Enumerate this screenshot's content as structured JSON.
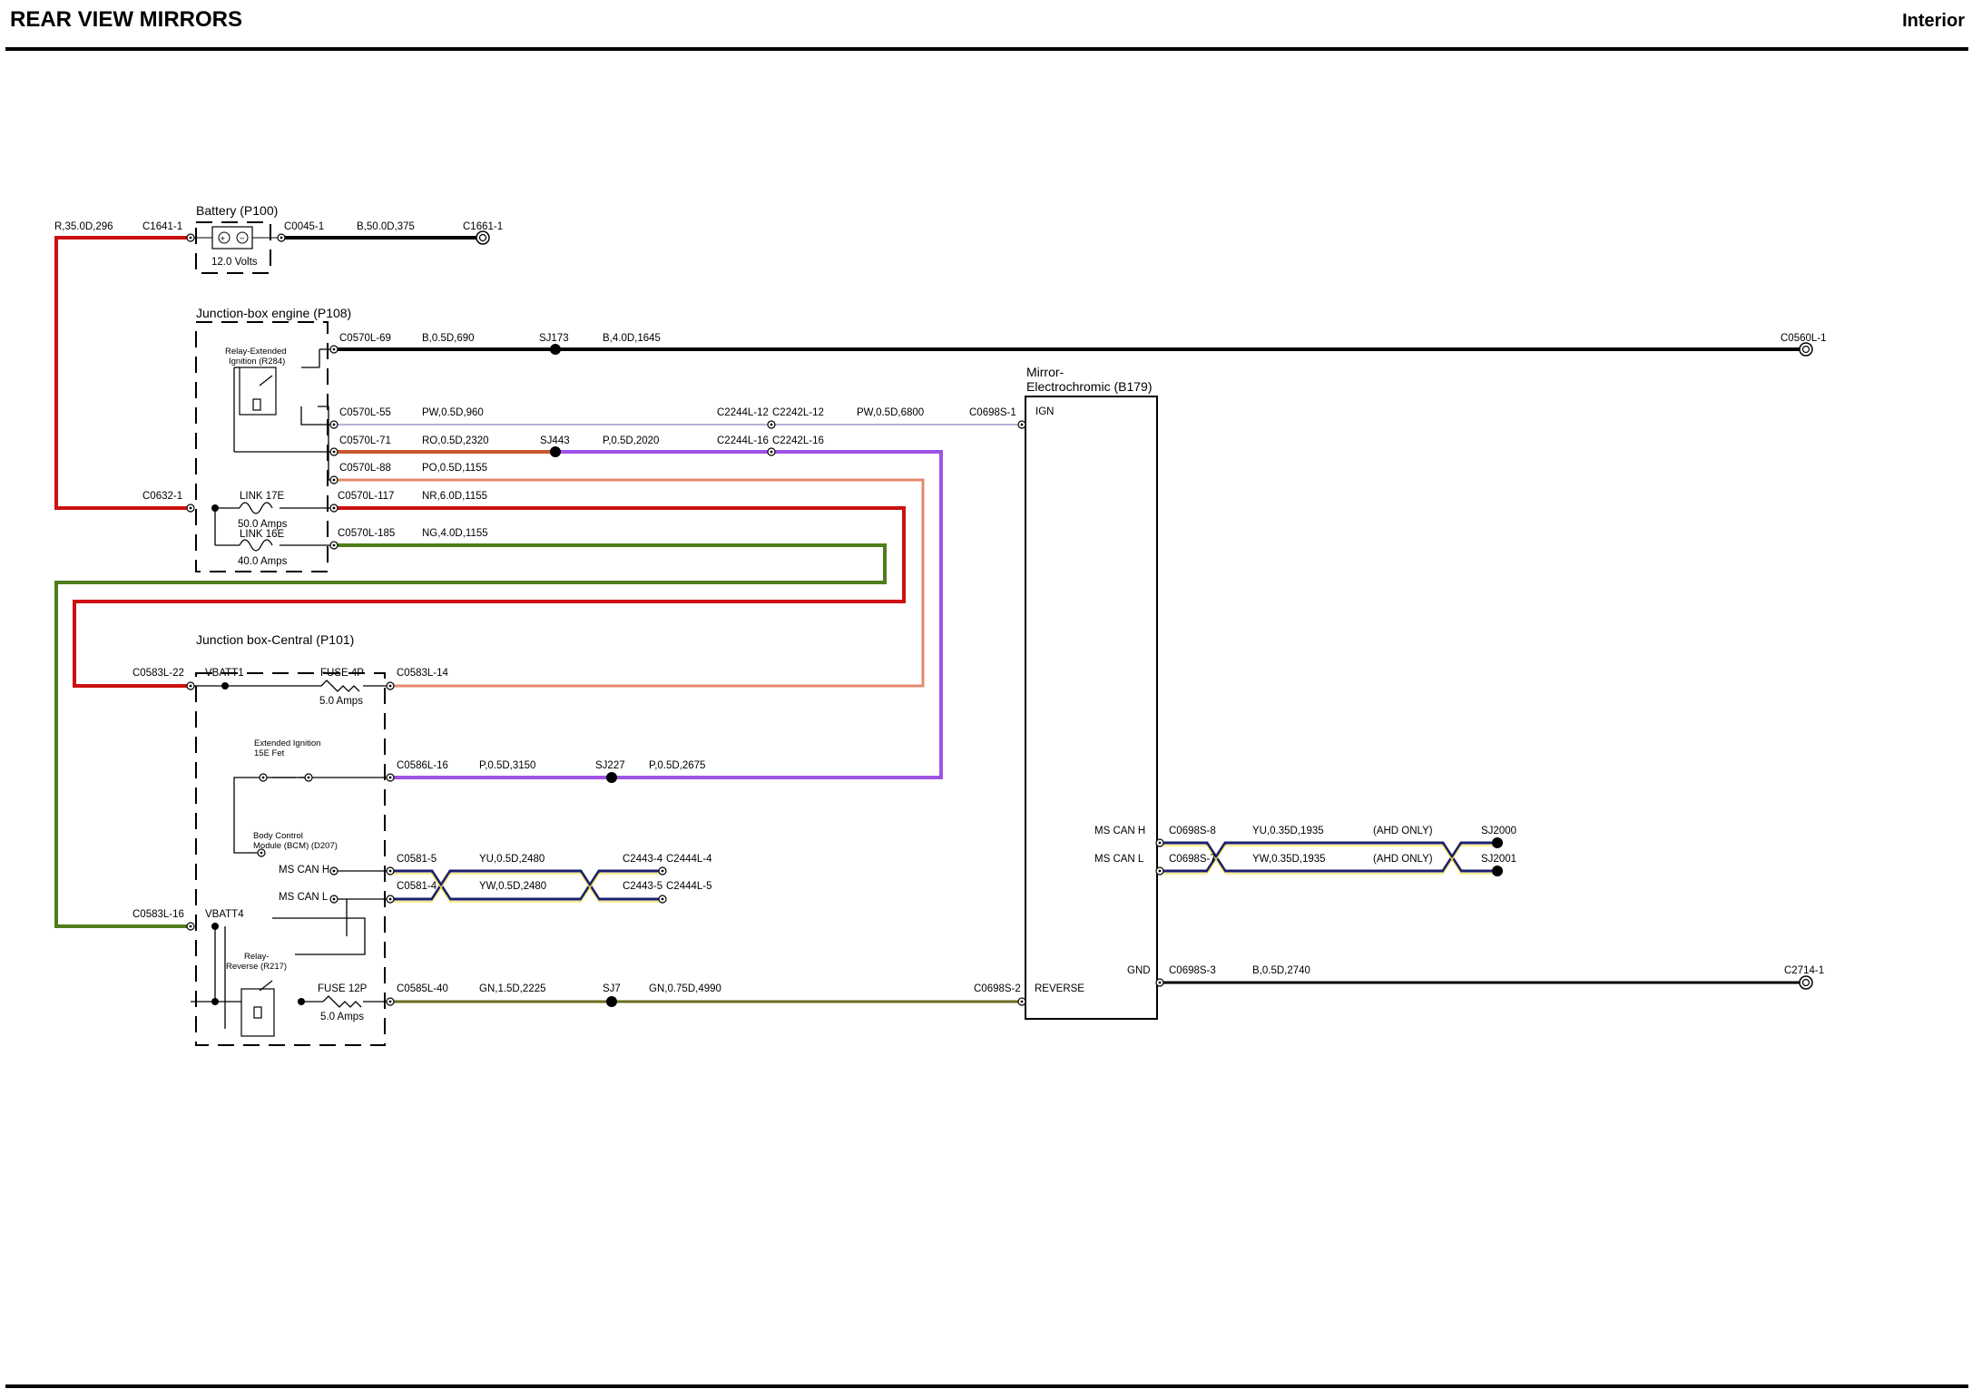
{
  "header": {
    "title": "REAR VIEW MIRRORS",
    "section": "Interior"
  },
  "components": {
    "battery": {
      "title": "Battery (P100)",
      "voltage": "12.0 Volts"
    },
    "jb_engine": {
      "title": "Junction-box engine (P108)",
      "relay": [
        "Relay-Extended",
        "Ignition (R284)"
      ],
      "link17_name": "LINK 17E",
      "link17_rating": "50.0 Amps",
      "link16_name": "LINK 16E",
      "link16_rating": "40.0 Amps"
    },
    "jb_central": {
      "title": "Junction box-Central (P101)",
      "vbatt1": "VBATT1",
      "vbatt4": "VBATT4",
      "fuse4_name": "FUSE 4P",
      "fuse4_rating": "5.0 Amps",
      "fuse12_name": "FUSE 12P",
      "fuse12_rating": "5.0 Amps",
      "ext_fet": [
        "Extended Ignition",
        "15E Fet"
      ],
      "bcm": [
        "Body Control",
        "Module (BCM) (D207)"
      ],
      "ms_can_h": "MS CAN H",
      "ms_can_l": "MS CAN L",
      "relay_rev": [
        "Relay-",
        "Reverse (R217)"
      ]
    },
    "mirror": {
      "title": [
        "Mirror-",
        "Electrochromic (B179)"
      ],
      "ign": "IGN",
      "ms_can_h": "MS CAN H",
      "ms_can_l": "MS CAN L",
      "gnd": "GND",
      "reverse": "REVERSE"
    }
  },
  "connectors": {
    "c1641": "C1641-1",
    "c0045": "C0045-1",
    "c1661": "C1661-1",
    "c0570_69": "C0570L-69",
    "sj173": "SJ173",
    "c0560": "C0560L-1",
    "c0570_55": "C0570L-55",
    "c2244_12": "C2244L-12",
    "c2242_12": "C2242L-12",
    "c0698_1": "C0698S-1",
    "c0570_71": "C0570L-71",
    "sj443": "SJ443",
    "c2244_16": "C2244L-16",
    "c2242_16": "C2242L-16",
    "c0570_88": "C0570L-88",
    "c0632": "C0632-1",
    "c0570_117": "C0570L-117",
    "c0570_185": "C0570L-185",
    "c0583_22": "C0583L-22",
    "c0583_14": "C0583L-14",
    "c0586_16": "C0586L-16",
    "sj227": "SJ227",
    "c0581_5": "C0581-5",
    "c0581_4": "C0581-4",
    "c2443_4": "C2443-4",
    "c2444_4": "C2444L-4",
    "c2443_5": "C2443-5",
    "c2444_5": "C2444L-5",
    "c0583_16": "C0583L-16",
    "c0585_40": "C0585L-40",
    "sj7": "SJ7",
    "c0698_2": "C0698S-2",
    "c0698_8": "C0698S-8",
    "c0698_7": "C0698S-7",
    "sj2000": "SJ2000",
    "sj2001": "SJ2001",
    "c0698_3": "C0698S-3",
    "c2714": "C2714-1"
  },
  "wires": {
    "r_batt": "R,35.0D,296",
    "b_batt": "B,50.0D,375",
    "b_690": "B,0.5D,690",
    "b_1645": "B,4.0D,1645",
    "pw_960": "PW,0.5D,960",
    "pw_6800": "PW,0.5D,6800",
    "ro_2320": "RO,0.5D,2320",
    "p_2020": "P,0.5D,2020",
    "po_1155": "PO,0.5D,1155",
    "nr_1155": "NR,6.0D,1155",
    "ng_1155": "NG,4.0D,1155",
    "p_3150": "P,0.5D,3150",
    "p_2675": "P,0.5D,2675",
    "yu_2480": "YU,0.5D,2480",
    "yw_2480": "YW,0.5D,2480",
    "gn_2225": "GN,1.5D,2225",
    "gn_4990": "GN,0.75D,4990",
    "yu_1935": "YU,0.35D,1935",
    "yw_1935": "YW,0.35D,1935",
    "ahd": "(AHD ONLY)",
    "b_2740": "B,0.5D,2740"
  },
  "colors": {
    "red": "#cc1111",
    "orange_red": "#c8582a",
    "salmon": "#e48a6e",
    "purple": "#a052e6",
    "green": "#4e7d1a",
    "olive": "#6b6b1e",
    "lavender": "#9a9ad0",
    "navy": "#1a1f6e",
    "yellow": "#f2e04a"
  }
}
